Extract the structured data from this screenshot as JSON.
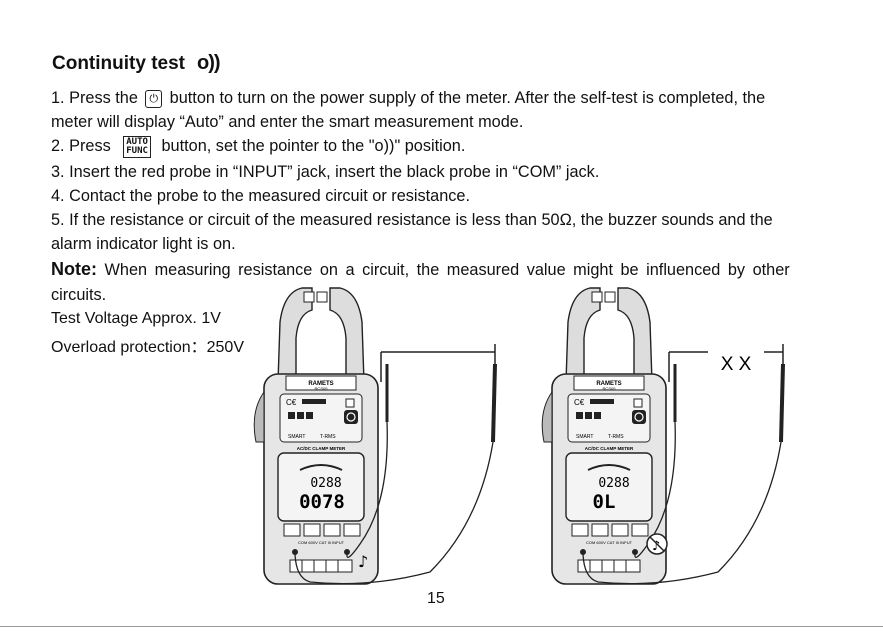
{
  "heading": {
    "title": "Continuity test",
    "symbol": "o))"
  },
  "steps": {
    "s1_before": "1. Press the",
    "power_symbol": "⏻",
    "s1_after": "button to turn on the power supply of the meter. After the self-test is completed, the",
    "s1_line2": "meter will display “Auto” and enter the smart measurement mode.",
    "s2_before": "2. Press",
    "auto_label": "AUTO",
    "func_label": "FUNC",
    "s2_after": "button, set the pointer to the \"o))\" position.",
    "s3": "3. Insert the red probe in “INPUT” jack, insert the black probe in “COM” jack.",
    "s4": "4. Contact the probe to the measured circuit or resistance.",
    "s5_line1": "5. If the resistance or circuit of the measured resistance is less than 50Ω, the buzzer sounds and the",
    "s5_line2": "alarm indicator light is on."
  },
  "note": {
    "label": "Note:",
    "text_line1": "When measuring resistance on a circuit, the measured value might be influenced by other",
    "text_line2": "circuits."
  },
  "specs": {
    "test_voltage": "Test Voltage Approx. 1V",
    "overload": "Overload protection：250V"
  },
  "meters": [
    {
      "brand": "RAMETS",
      "model": "RCS05",
      "smart": "SMART",
      "trms": "T-RMS",
      "type_label": "AC/DC CLAMP METER",
      "lcd_top": "0288",
      "lcd_main": "0078",
      "jacks": "COM  600V CAT III  INPUT",
      "circuit_mark": "",
      "indicator": "buzzer-note"
    },
    {
      "brand": "RAMETS",
      "model": "RCS05",
      "smart": "SMART",
      "trms": "T-RMS",
      "type_label": "AC/DC CLAMP METER",
      "lcd_top": "0288",
      "lcd_main": "0L",
      "jacks": "COM  600V CAT III  INPUT",
      "circuit_mark": "X X",
      "indicator": "no-sound"
    }
  ],
  "page_number": "15",
  "colors": {
    "text": "#111111",
    "meter_body": "#e6e6e6",
    "lcd": "#f4f4f4"
  }
}
